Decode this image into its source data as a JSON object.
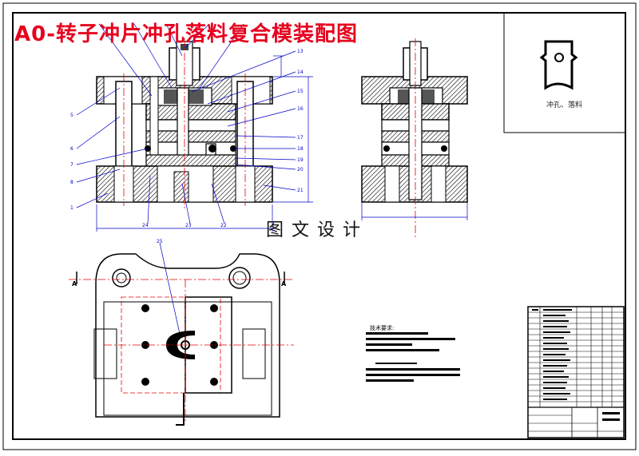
{
  "drawing": {
    "title": "A0-转子冲片冲孔落料复合模装配图",
    "watermark": "图文设计",
    "part_caption": "冲孔、落料",
    "tech_requirements_title": "技术要求:"
  },
  "callouts": {
    "left_side": [
      "5",
      "6",
      "7",
      "8",
      "1"
    ],
    "right_side": [
      "13",
      "14",
      "15",
      "16",
      "17",
      "18",
      "19",
      "20",
      "21"
    ],
    "bottom": [
      "24",
      "23",
      "22"
    ],
    "plan": [
      "25"
    ]
  },
  "section_labels": {
    "left_marker": "A",
    "right_marker": "A"
  },
  "colors": {
    "title_red": "#e6001e",
    "outline": "#000000",
    "centerline": "#e60000",
    "leader_blue": "#0000cc",
    "section_fill": "#5a5a5a"
  }
}
